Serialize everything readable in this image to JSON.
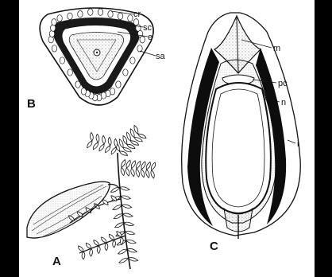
{
  "figure": {
    "background_color": "#000000",
    "plate_color": "#ffffff",
    "ink_color": "#111111",
    "panels": {
      "A": {
        "label": "A"
      },
      "B": {
        "label": "B"
      },
      "C": {
        "label": "C"
      }
    },
    "parts": {
      "cr": "cr",
      "sc": "sc",
      "e": "e",
      "sa": "sa",
      "m": "m",
      "pc": "pc",
      "n": "n",
      "i": "i"
    }
  }
}
